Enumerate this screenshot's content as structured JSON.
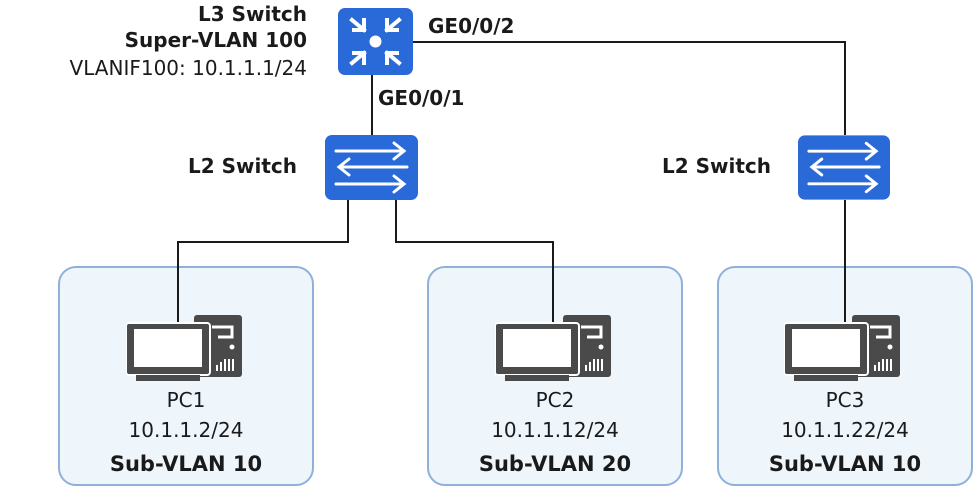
{
  "colors": {
    "device_blue": "#2a6ad8",
    "link": "#1a1a1a",
    "pc_gray": "#4a4a4a",
    "vlan_box_fill": "#eef6fc",
    "vlan_box_border": "#8fb0d8"
  },
  "l3_switch": {
    "title": "L3 Switch",
    "vlan": "Super-VLAN 100",
    "interface": "VLANIF100: 10.1.1.1/24",
    "icon": "router-switch-icon"
  },
  "ports": {
    "down": "GE0/0/1",
    "right": "GE0/0/2"
  },
  "l2_switches": [
    {
      "label": "L2 Switch",
      "icon": "l2-switch-icon"
    },
    {
      "label": "L2 Switch",
      "icon": "l2-switch-icon"
    }
  ],
  "pcs": [
    {
      "name": "PC1",
      "ip": "10.1.1.2/24",
      "vlan": "Sub-VLAN 10",
      "icon": "pc-icon"
    },
    {
      "name": "PC2",
      "ip": "10.1.1.12/24",
      "vlan": "Sub-VLAN 20",
      "icon": "pc-icon"
    },
    {
      "name": "PC3",
      "ip": "10.1.1.22/24",
      "vlan": "Sub-VLAN 10",
      "icon": "pc-icon"
    }
  ]
}
